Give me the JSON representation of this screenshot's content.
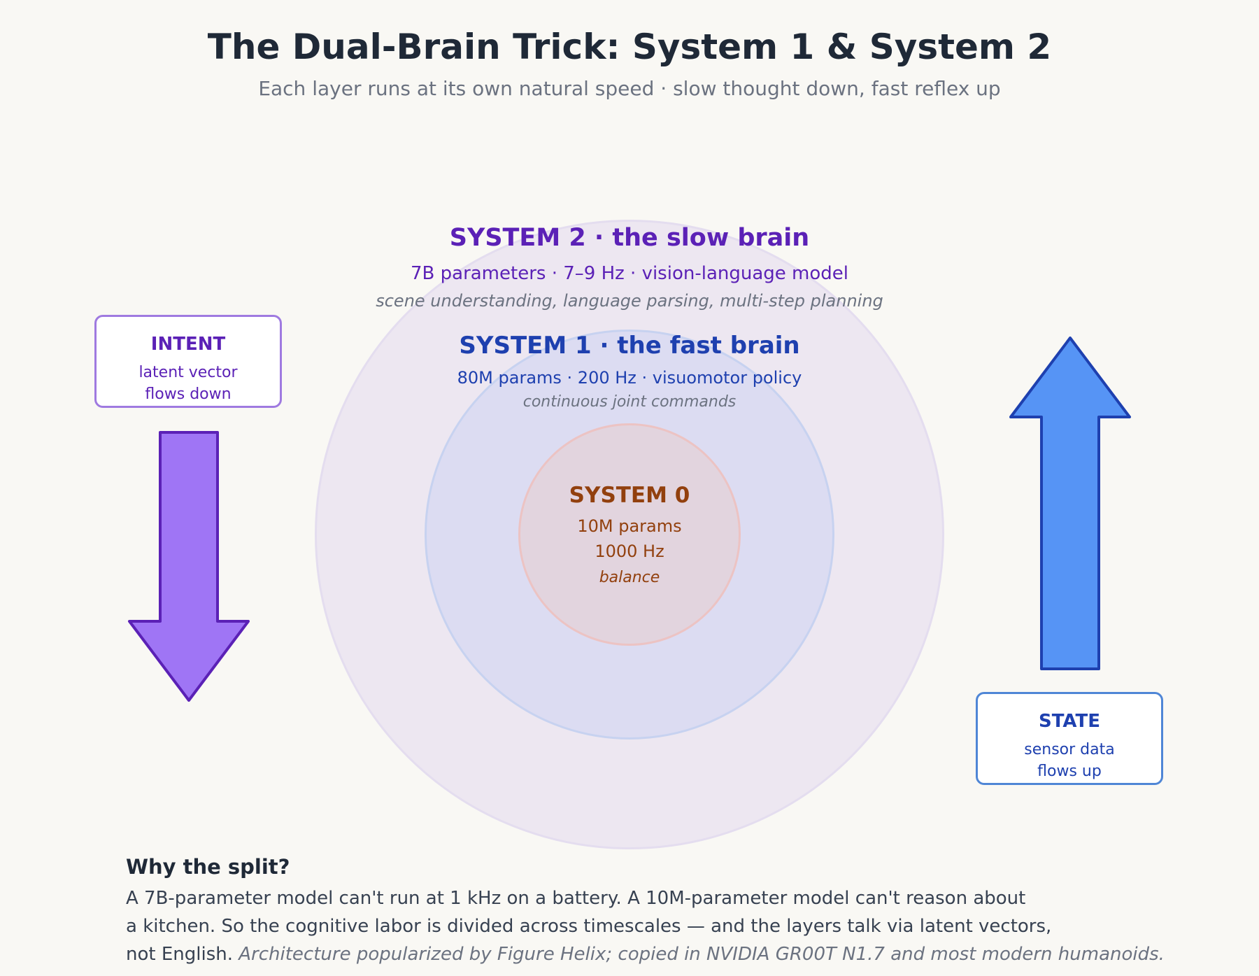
{
  "header": {
    "title": "The Dual-Brain Trick: System 1 & System 2",
    "subtitle": "Each layer runs at its own natural speed · slow thought down, fast reflex up"
  },
  "system2": {
    "title": "SYSTEM 2 · the slow brain",
    "specs": "7B parameters · 7–9 Hz · vision-language model",
    "description": "scene understanding, language parsing, multi-step planning"
  },
  "system1": {
    "title": "SYSTEM 1 · the fast brain",
    "specs": "80M params · 200 Hz · visuomotor policy",
    "description": "continuous joint commands"
  },
  "system0": {
    "title": "SYSTEM 0",
    "params": "10M params",
    "rate": "1000 Hz",
    "description": "balance"
  },
  "intent": {
    "title": "INTENT",
    "line1": "latent vector",
    "line2": "flows down"
  },
  "state": {
    "title": "STATE",
    "line1": "sensor data",
    "line2": "flows up"
  },
  "footer": {
    "heading": "Why the split?",
    "line1": "A 7B-parameter model can't run at 1 kHz on a battery. A 10M-parameter model can't reason about",
    "line2": "a kitchen. So the cognitive labor is divided across timescales — and the layers talk via latent vectors,",
    "line3": "not English.",
    "note": "Architecture popularized by Figure Helix; copied in NVIDIA GR00T N1.7 and most modern humanoids."
  },
  "colors": {
    "system2": "#5b21b6",
    "system1": "#1e40af",
    "system0": "#92400e",
    "intent_arrow": "#9f75f5",
    "state_arrow": "#5694f5"
  }
}
